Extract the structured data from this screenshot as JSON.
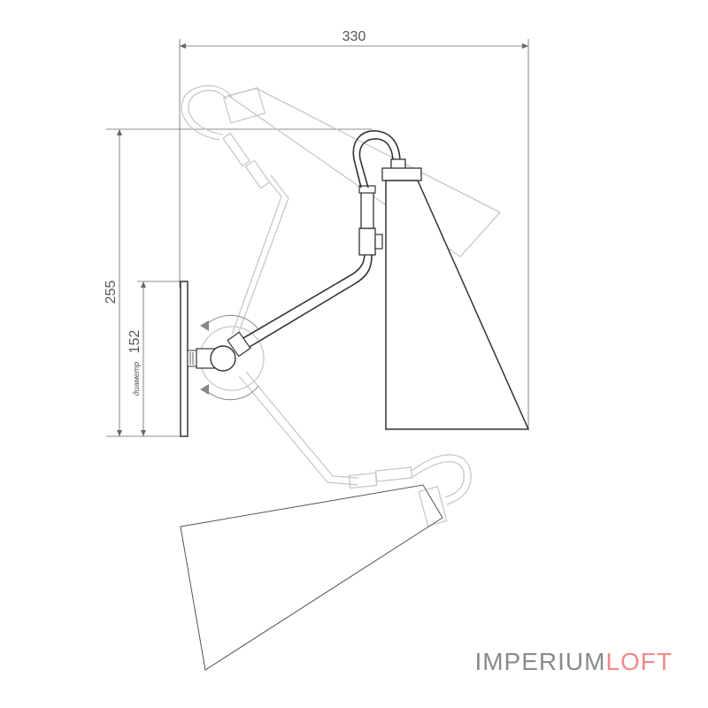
{
  "dimensions": {
    "width_label": "330",
    "height_label": "255",
    "diameter_value": "152",
    "diameter_word": "диаметр"
  },
  "brand": {
    "part1": "IMPERIUM",
    "part2": "LOFT"
  },
  "colors": {
    "outline": "#333333",
    "ghost": "#c8c8c8",
    "dim_line": "#666666",
    "brand_gray": "#8a8a8a",
    "brand_pink": "#f08a8a"
  }
}
